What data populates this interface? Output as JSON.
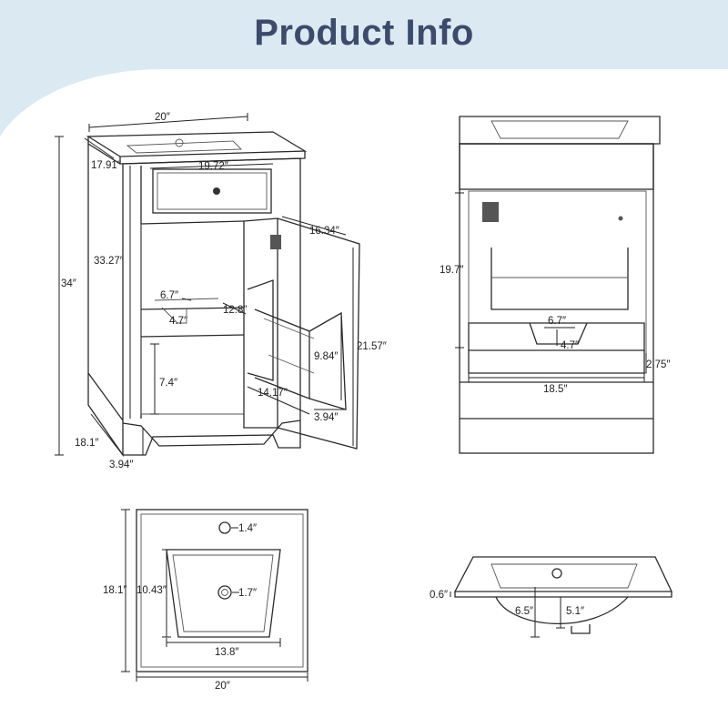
{
  "header": {
    "title": "Product Info",
    "banner_color": "#dbe9f2",
    "title_color": "#3c4a6b"
  },
  "views": {
    "vanity_perspective": {
      "labels": {
        "top_width": "20″",
        "top_depth": "17.91″",
        "drawer_width": "19.72″",
        "door_width": "16.34″",
        "total_height": "34″",
        "cabinet_height": "33.27″",
        "cutout_width": "6.7″",
        "cutout_depth": "4.7″",
        "shelf_depth": "12.8″",
        "shelf_clearance": "7.4″",
        "door_rack_height": "9.84″",
        "door_height": "21.57″",
        "door_rack_width": "14.17″",
        "door_rack_depth": "3.94″",
        "base_depth": "18.1″",
        "toe_kick": "3.94″"
      }
    },
    "vanity_front": {
      "labels": {
        "interior_height": "19.7″",
        "cutout_width": "6.7″",
        "cutout_depth": "4.7″",
        "shelf_height": "2.75″",
        "shelf_width": "18.5″"
      }
    },
    "sink_top": {
      "labels": {
        "faucet_hole": "1.4″",
        "depth": "18.1″",
        "basin_depth": "10.43″",
        "drain": "1.7″",
        "basin_width": "13.8″",
        "width": "20″"
      }
    },
    "sink_side": {
      "labels": {
        "thickness": "0.6″",
        "bowl_depth": "6.5″",
        "inner_depth": "5.1″"
      }
    }
  }
}
